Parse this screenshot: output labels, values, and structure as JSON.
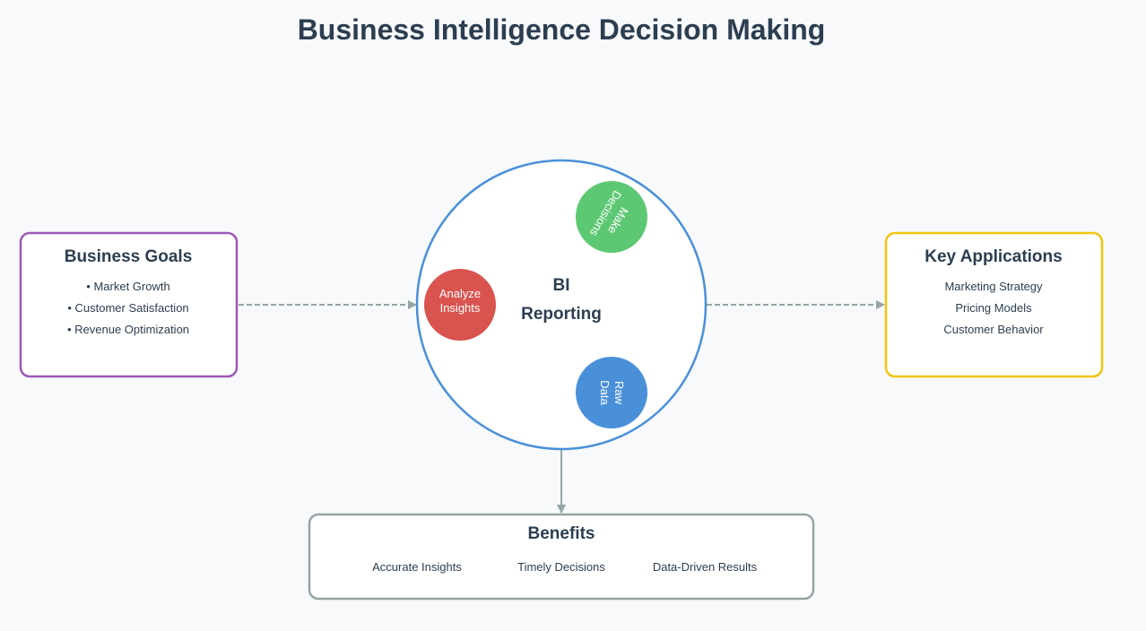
{
  "title": "Business Intelligence Decision Making",
  "business_goals": {
    "title": "Business Goals",
    "items": [
      "• Market Growth",
      "• Customer Satisfaction",
      "• Revenue Optimization"
    ],
    "border_color": "#9b59b6"
  },
  "key_applications": {
    "title": "Key Applications",
    "items": [
      "Marketing Strategy",
      "Pricing Models",
      "Customer Behavior"
    ],
    "border_color": "#f1c40f"
  },
  "bi_core": {
    "line1": "BI",
    "line2": "Reporting",
    "border_color": "#4a90d9",
    "nodes": {
      "analyze": {
        "line1": "Analyze",
        "line2": "Insights",
        "color": "#d9534f"
      },
      "decisions": {
        "line1": "Make",
        "line2": "Decisions",
        "color": "#5dc873"
      },
      "raw_data": {
        "line1": "Raw",
        "line2": "Data",
        "color": "#4a90d9"
      }
    }
  },
  "benefits": {
    "title": "Benefits",
    "items": [
      "Accurate Insights",
      "Timely Decisions",
      "Data-Driven Results"
    ],
    "border_color": "#95a5a6"
  },
  "connector_color": "#95a5a6"
}
